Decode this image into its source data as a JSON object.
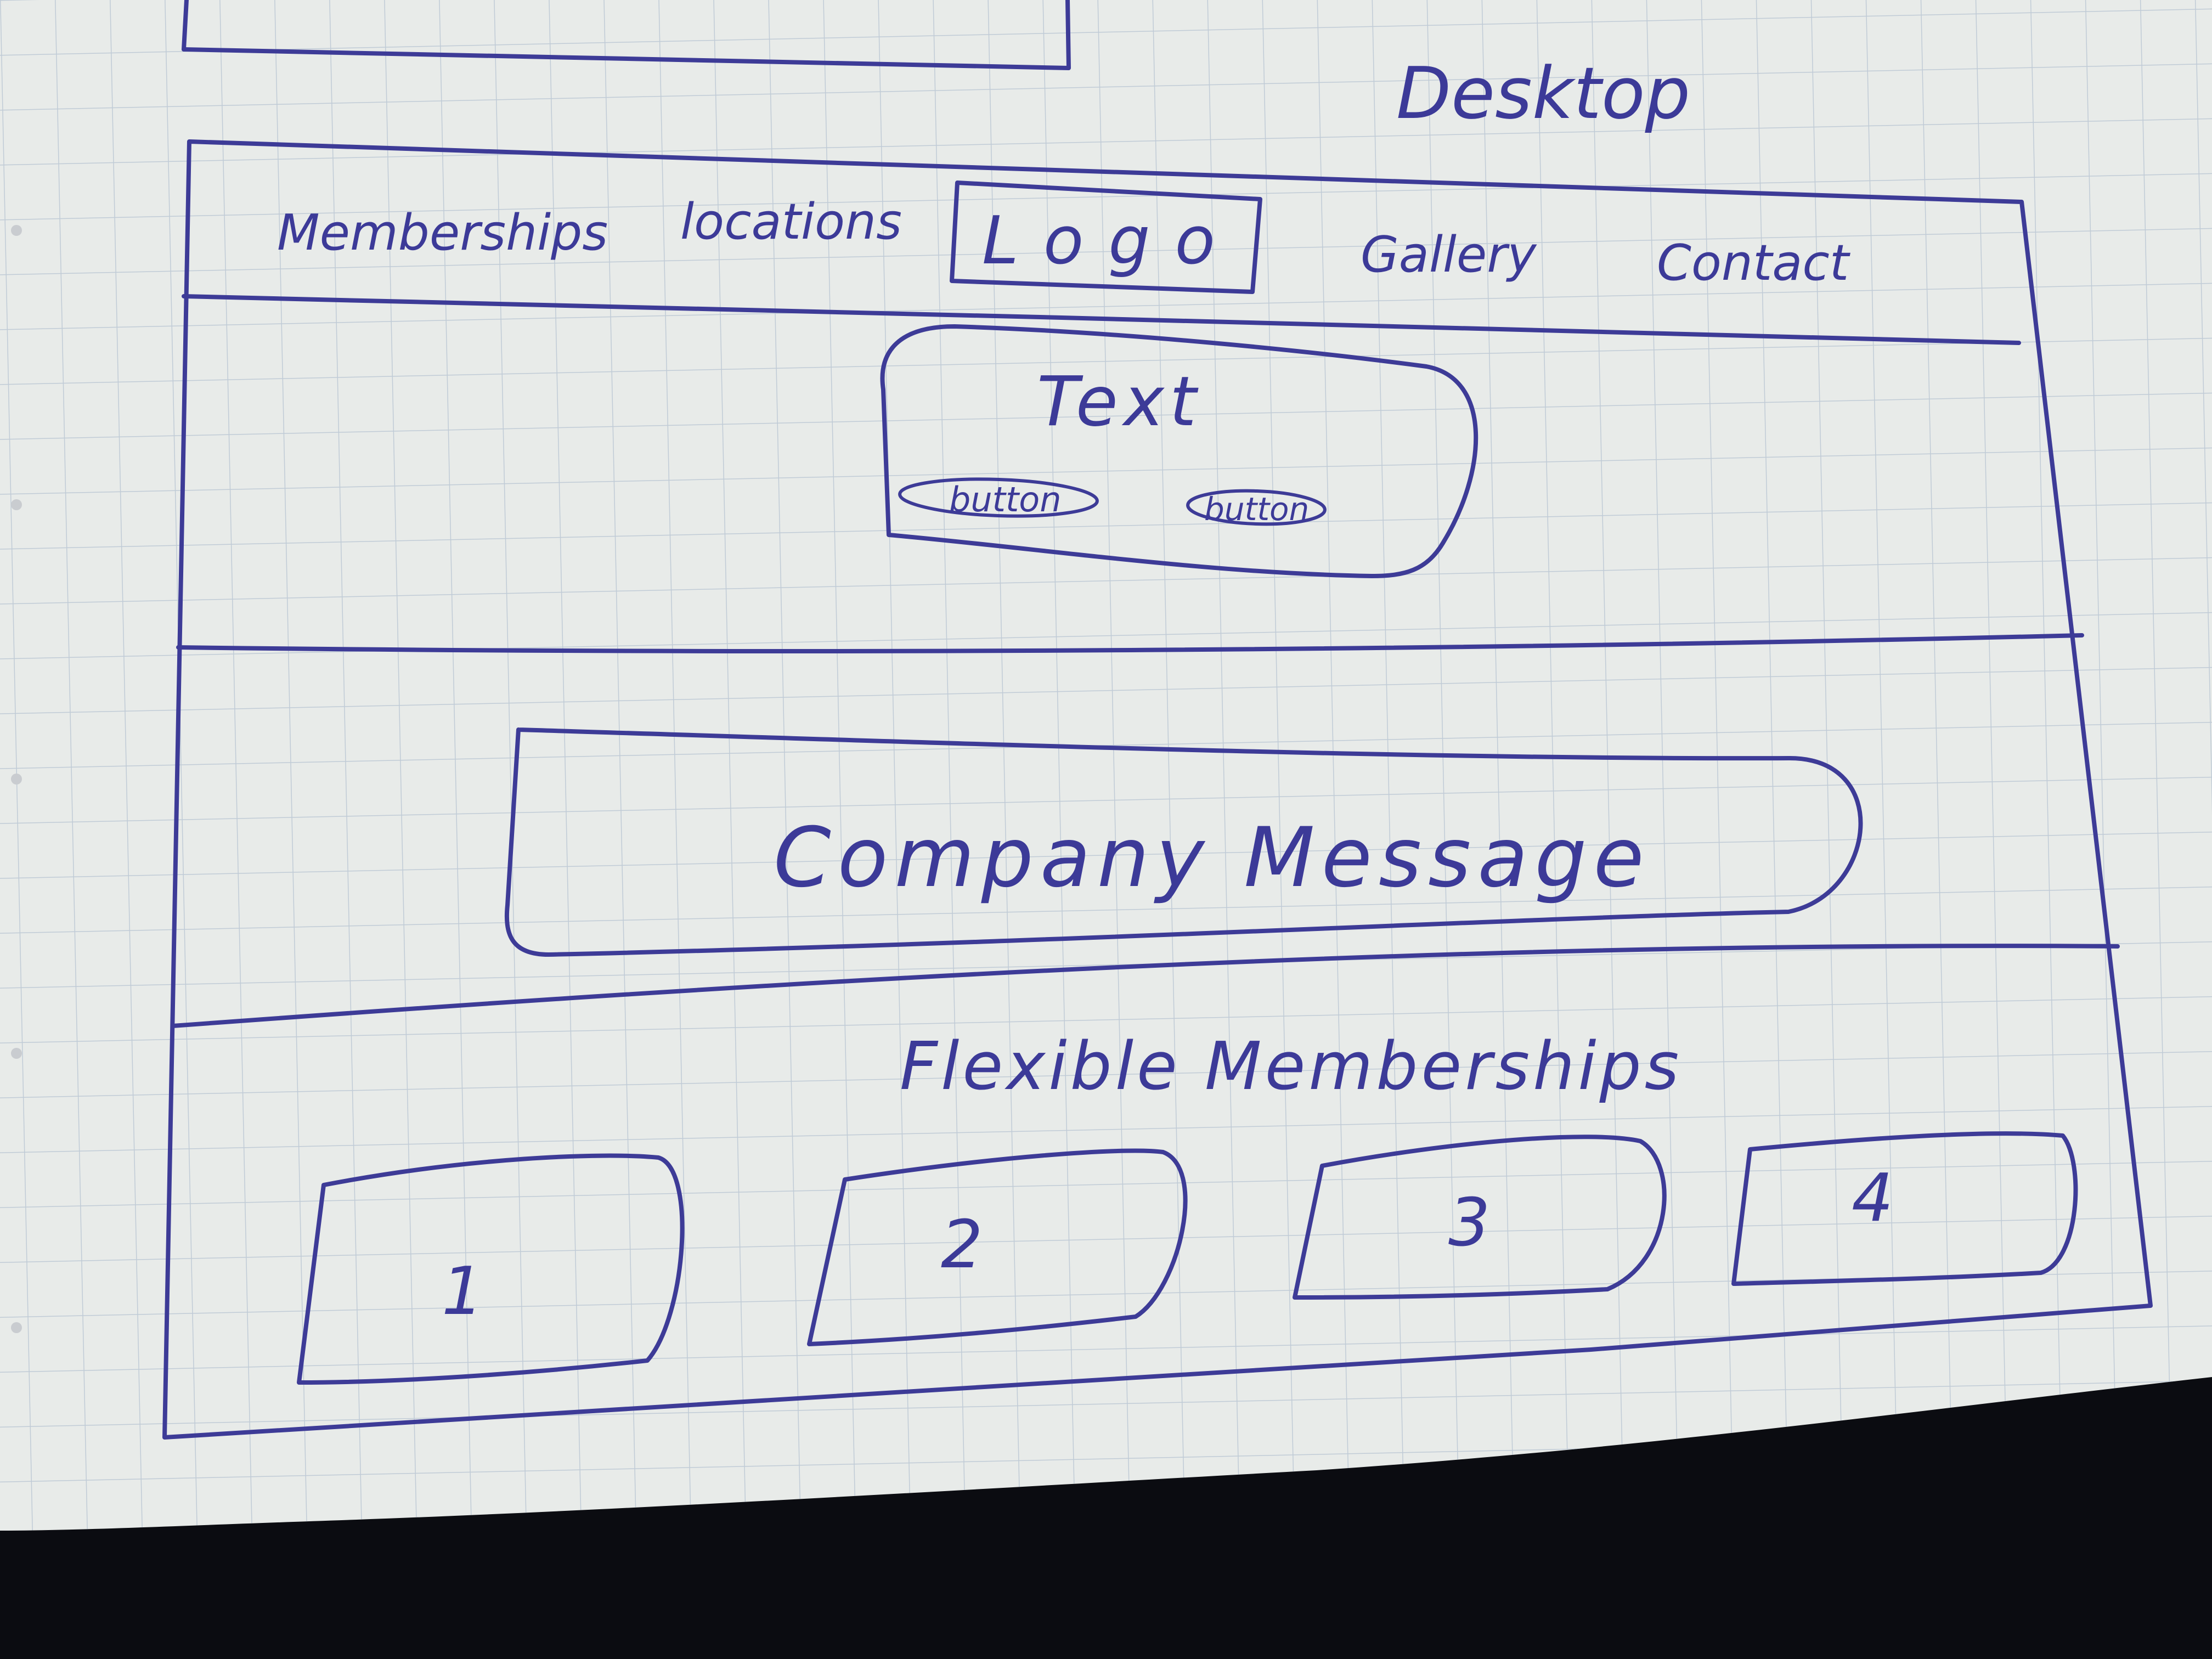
{
  "sketch": {
    "heading": "Desktop",
    "nav": {
      "items": [
        {
          "label": "Memberships"
        },
        {
          "label": "locations"
        },
        {
          "label": "Logo"
        },
        {
          "label": "Gallery"
        },
        {
          "label": "Contact"
        }
      ]
    },
    "hero": {
      "text": "Text",
      "buttons": [
        {
          "label": "button"
        },
        {
          "label": "button"
        }
      ]
    },
    "message": {
      "text": "Company Message"
    },
    "memberships": {
      "title": "Flexible Memberships",
      "cards": [
        {
          "label": "1"
        },
        {
          "label": "2"
        },
        {
          "label": "3"
        },
        {
          "label": "4"
        }
      ]
    }
  },
  "colors": {
    "ink": "#3d3b97",
    "paper": "#e8ebe9",
    "grid": "#9fb1c6",
    "background": "#0b0c11"
  }
}
